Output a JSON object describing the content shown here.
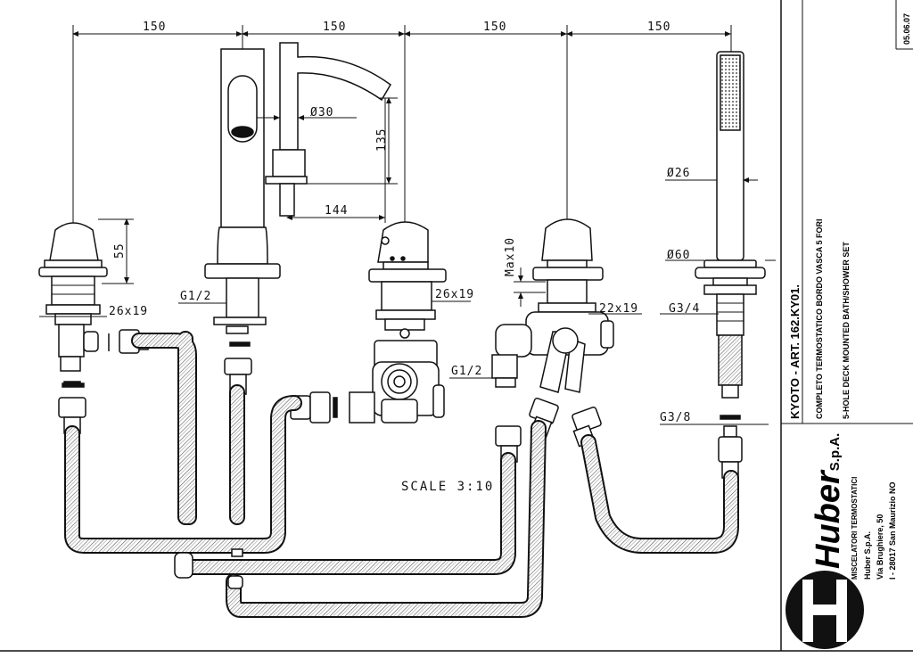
{
  "dimensions": {
    "spacing": [
      "150",
      "150",
      "150",
      "150"
    ],
    "spout_diameter": "Ø30",
    "spout_height": "135",
    "spout_reach": "144",
    "handle_height": "55",
    "nut_left": "26x19",
    "nut_center": "26x19",
    "nut_diverter": "22x19",
    "thread_left": "G1/2",
    "thread_center": "G1/2",
    "shower_diameter": "Ø26",
    "shower_base_diameter": "Ø60",
    "thread_shower": "G3/4",
    "thread_hose": "G3/8",
    "max_deck": "Max10"
  },
  "scale_label": "SCALE   3:10",
  "title_block": {
    "date": "05.06.07",
    "product_code": "KYOTO - ART. 162.KY01.",
    "description_it": "COMPLETO TERMOSTATICO BORDO VASCA 5 FORI",
    "description_en": "5-HOLE DECK MOUNTED BATH/SHOWER SET",
    "brand": "Huber",
    "brand_suffix": "S.p.A.",
    "tagline": "MISCELATORI TERMOSTATICI",
    "company": "Huber  S.p.A.",
    "street": "Via   Brughiere, 50",
    "city": "I - 28017  San Maurizio  NO"
  },
  "colors": {
    "line": "#111111",
    "paper": "#ffffff"
  }
}
